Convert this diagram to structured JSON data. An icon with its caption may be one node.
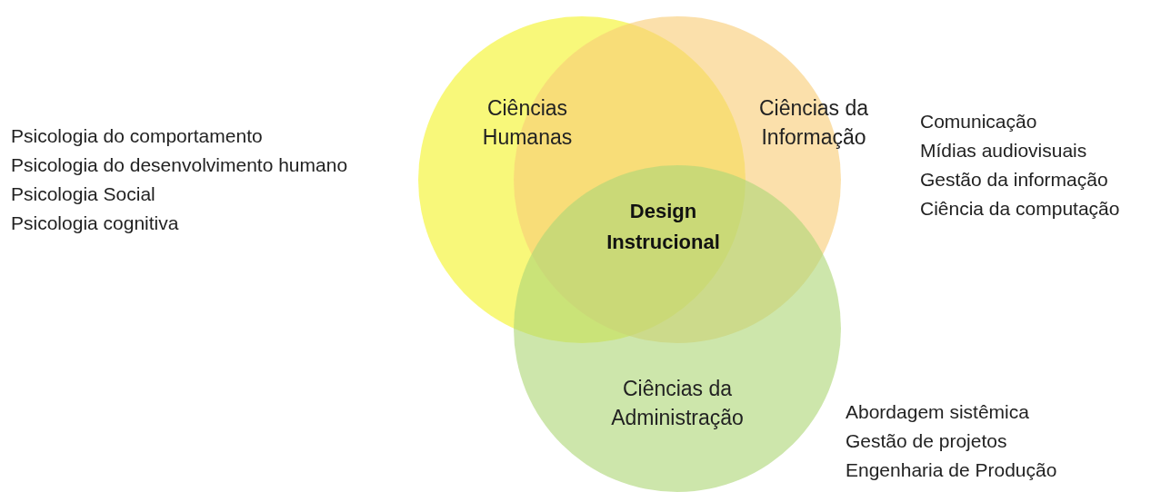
{
  "diagram": {
    "nodes": [
      {
        "text": [
          "Ciências Humanas"
        ],
        "beside": [
          "Psicologia do comportamento",
          "Psicologia do desenvolvimento humano",
          "Psicologia Social",
          "Psicologia cognitiva"
        ]
      },
      {
        "text": [
          "Ciências da Informação"
        ],
        "beside": [
          "Comunicação",
          "Mídias audiovisuais",
          "Gestão da informação",
          "Ciência da computação"
        ]
      },
      {
        "text": [
          "Ciências da Administração"
        ],
        "beside": [
          "Abordagem sistêmica",
          "Gestão de projetos",
          "Engenharia de Produção"
        ]
      }
    ],
    "edges": [],
    "labels": [
      "Design Instrucional"
    ]
  }
}
